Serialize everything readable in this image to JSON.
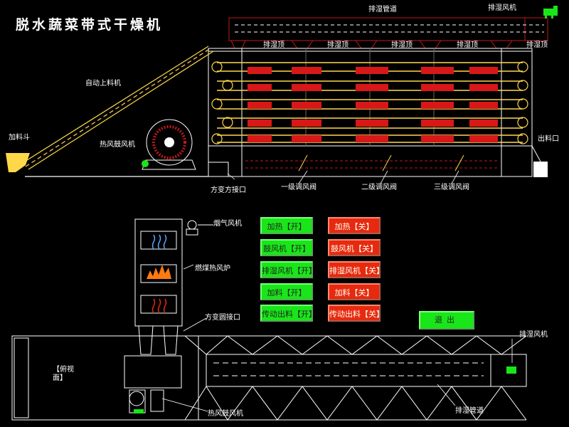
{
  "title": "脱水蔬菜带式干燥机",
  "labels": {
    "exhaust_duct_top": "排湿管道",
    "exhaust_fan_top": "排湿风机",
    "exhaust_top_1": "排湿顶",
    "exhaust_top_2": "排湿顶",
    "exhaust_top_3": "排湿顶",
    "exhaust_top_4": "排湿顶",
    "exhaust_top_5": "排湿顶",
    "auto_feeder": "自动上料机",
    "feed_hopper": "加料斗",
    "hot_air_blower_top": "热风鼓风机",
    "discharge": "出料口",
    "square_connector": "方变方接口",
    "damper_1": "一级调风阀",
    "damper_2": "二级调风阀",
    "damper_3": "三级调风阀",
    "flue_fan": "烟气风机",
    "coal_furnace": "燃煤热风炉",
    "round_connector": "方变圆接口",
    "top_view": "【俯视面】",
    "exhaust_fan_bottom": "排湿风机",
    "exhaust_duct_bottom": "排湿管道",
    "hot_air_blower_bottom": "热风鼓风机"
  },
  "controls": {
    "heat_on": "加热【开】",
    "heat_off": "加热【关】",
    "blower_on": "鼓风机【开】",
    "blower_off": "鼓风机【关】",
    "exhaust_on": "排湿风机【开】",
    "exhaust_off": "排湿风机【关】",
    "feed_on": "加料【开】",
    "feed_off": "加料【关】",
    "discharge_on": "传动出料【开】",
    "discharge_off": "传动出料【关】",
    "exit": "退出"
  },
  "colors": {
    "on": "#19e619",
    "off": "#e62a10",
    "belt": "#ffd84a",
    "heater": "#e0201a",
    "duct": "#c01010"
  }
}
